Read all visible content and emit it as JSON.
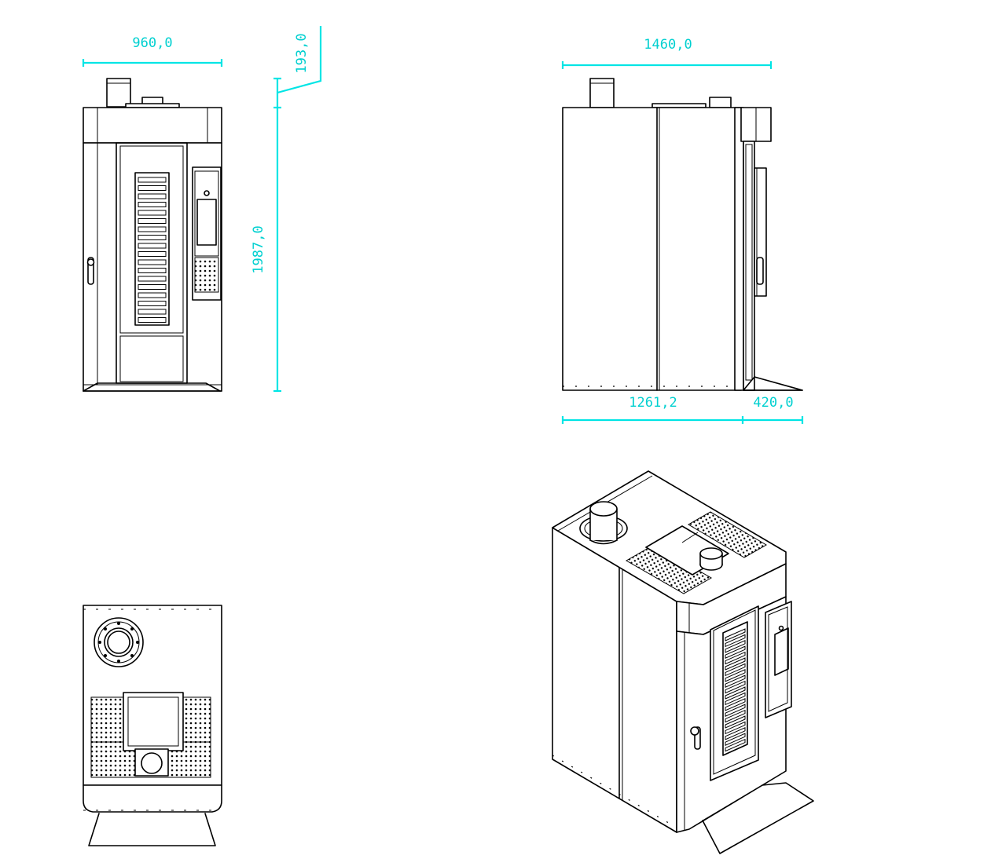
{
  "drawing": {
    "dimension_color": "#00e5e5",
    "line_color": "#000000",
    "background": "#ffffff",
    "dimensions": {
      "front_width": "960,0",
      "chimney_height": "193,0",
      "total_height": "1987,0",
      "side_depth": "1460,0",
      "body_depth": "1261,2",
      "ramp_depth": "420,0"
    },
    "views": [
      "front-view",
      "side-view",
      "top-view",
      "isometric-view"
    ]
  }
}
